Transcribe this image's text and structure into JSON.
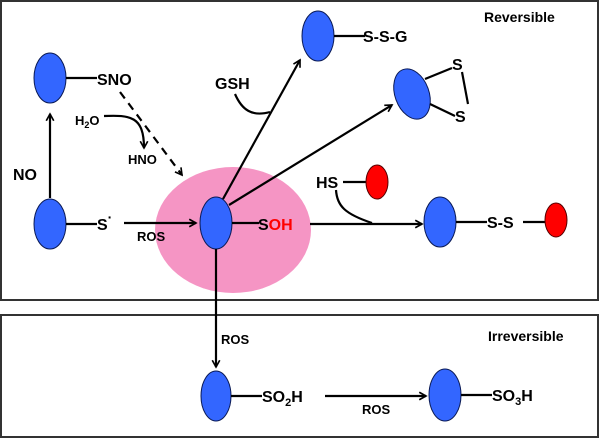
{
  "panels": {
    "reversible": {
      "title": "Reversible"
    },
    "irreversible": {
      "title": "Irreversible"
    }
  },
  "colors": {
    "protein": "#3366ff",
    "partner": "#ff0000",
    "highlight": "#f595c4",
    "oh_text": "#ff0000"
  },
  "labels": {
    "sno": "SNO",
    "no": "NO",
    "h2o_h": "H",
    "h2o_sub": "2",
    "h2o_o": "O",
    "hno": "HNO",
    "s_radical": "S",
    "s_radical_dot": "·",
    "ros_left": "ROS",
    "soh_s": "S",
    "soh_oh": "OH",
    "gsh": "GSH",
    "ssg": "S-S-G",
    "s_top": "S",
    "s_bottom": "S",
    "hs": "HS",
    "ss": "S-S",
    "ros_down": "ROS",
    "so2h_so": "SO",
    "so2h_sub": "2",
    "so2h_h": "H",
    "ros_bottom": "ROS",
    "so3h_so": "SO",
    "so3h_sub": "3",
    "so3h_h": "H"
  }
}
